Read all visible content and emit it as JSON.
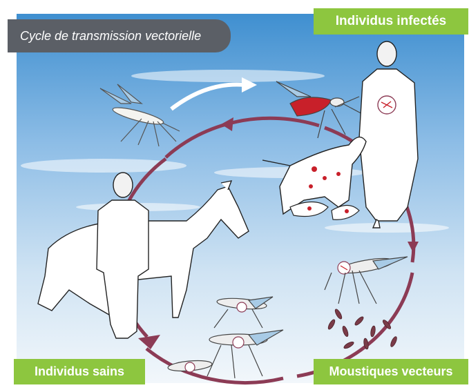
{
  "title": "Cycle de transmission vectorielle",
  "labels": {
    "infected": "Individus infectés",
    "healthy": "Individus sains",
    "vectors": "Moustiques vecteurs"
  },
  "colors": {
    "cycle_arrow": "#8c3b55",
    "label_green": "#8dc63f",
    "title_box": "#5b5f66",
    "sky_top": "#3f8fd0",
    "sky_bottom": "#d8e9f6",
    "blood": "#c8202a"
  }
}
